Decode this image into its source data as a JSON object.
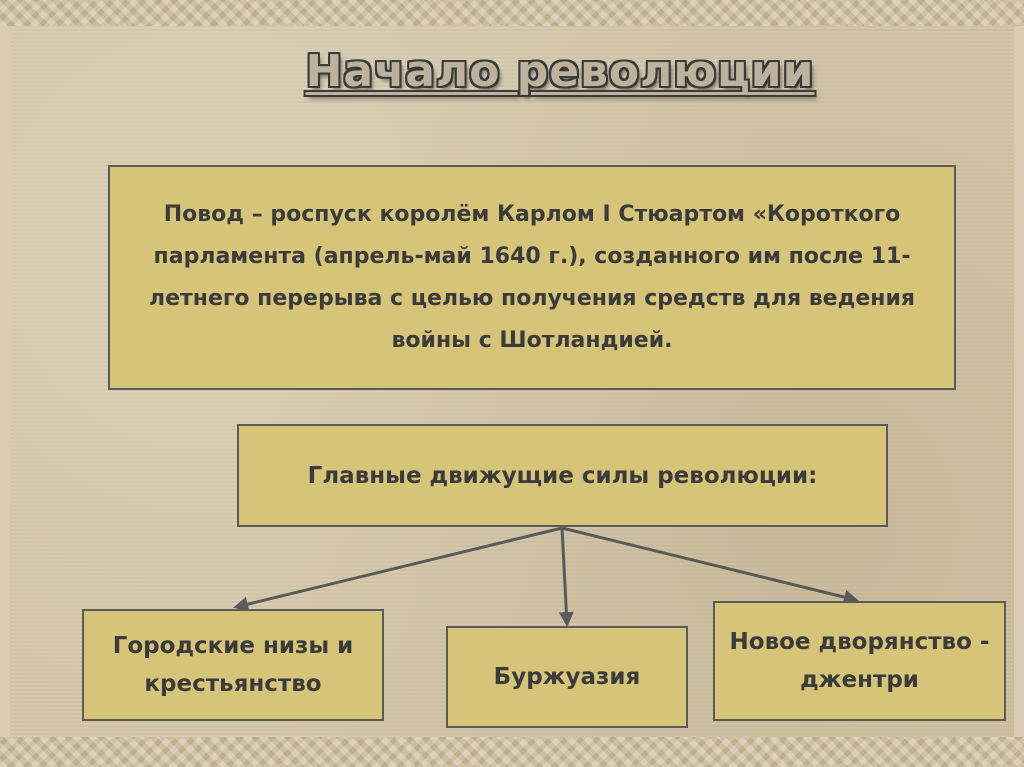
{
  "slide": {
    "title": "Начало революции",
    "cause_text": "Повод – роспуск королём Карлом I Стюартом «Короткого парламента (апрель-май 1640 г.), созданного им после 11-летнего перерыва с целью получения средств для ведения войны с Шотландией.",
    "driving_forces": {
      "label": "Главные движущие силы революции:",
      "items": [
        {
          "label": "Городские низы и крестьянство"
        },
        {
          "label": "Буржуазия"
        },
        {
          "label": "Новое дворянство - джентри"
        }
      ]
    }
  },
  "colors": {
    "box_fill": "#d6c579",
    "box_border": "#5a5a5a",
    "text": "#3b3b3b",
    "connector": "#5a5a5a",
    "background": "#d4c6a7"
  }
}
